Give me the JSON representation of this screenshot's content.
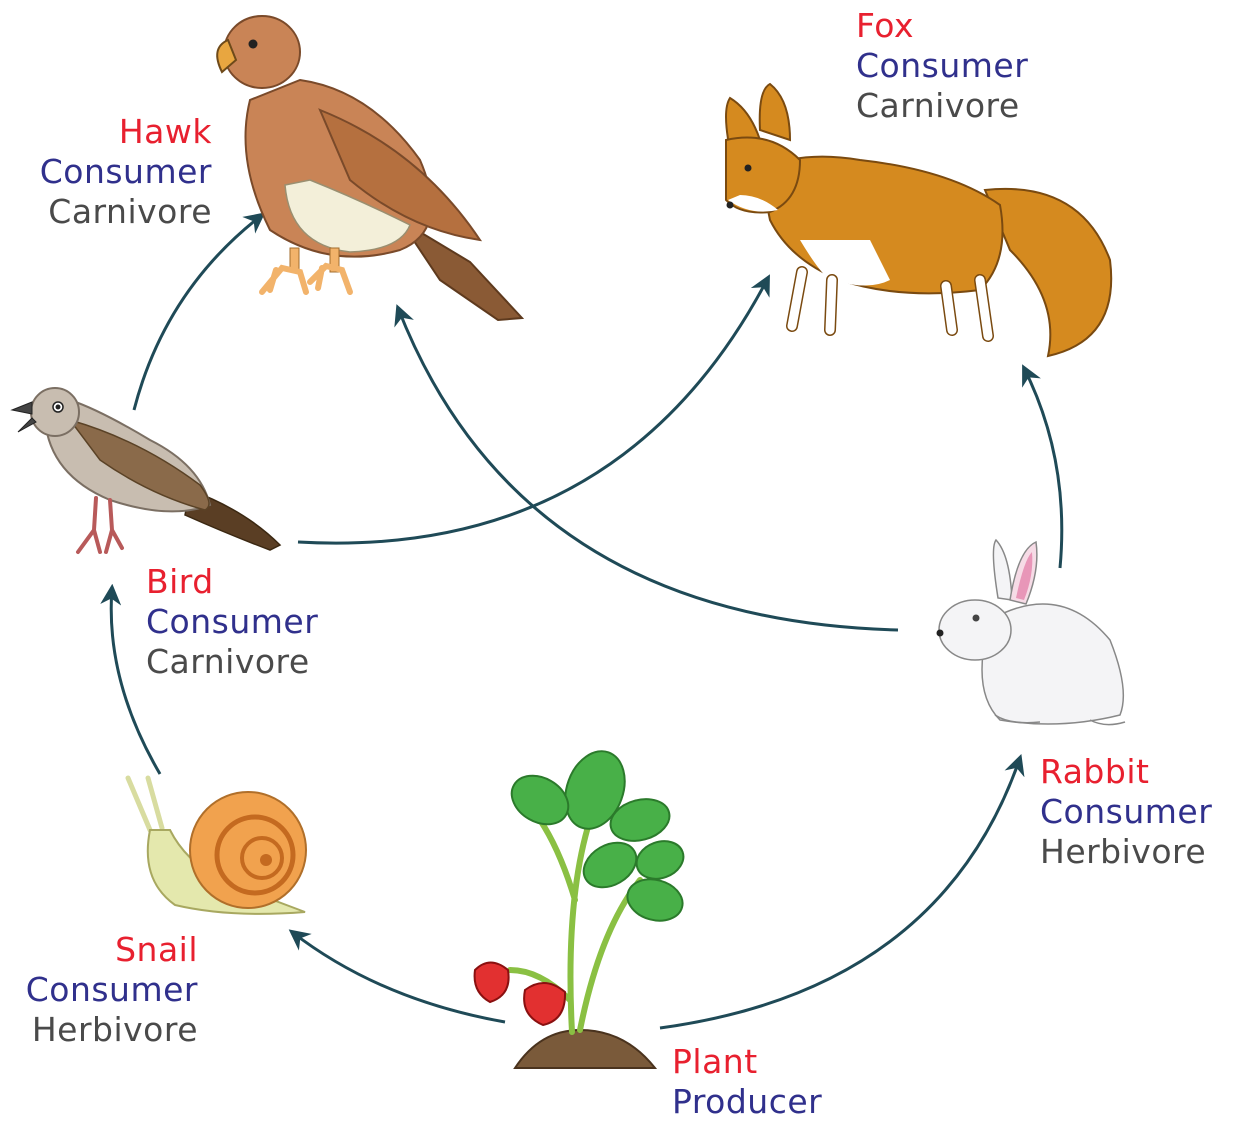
{
  "colors": {
    "name": "#e8202f",
    "role": "#30308c",
    "diet": "#4a4a4a",
    "arrow": "#1f4a57"
  },
  "organisms": {
    "hawk": {
      "name": "Hawk",
      "role": "Consumer",
      "diet": "Carnivore",
      "icon": "hawk-icon"
    },
    "fox": {
      "name": "Fox",
      "role": "Consumer",
      "diet": "Carnivore",
      "icon": "fox-icon"
    },
    "bird": {
      "name": "Bird",
      "role": "Consumer",
      "diet": "Carnivore",
      "icon": "bird-icon"
    },
    "rabbit": {
      "name": "Rabbit",
      "role": "Consumer",
      "diet": "Herbivore",
      "icon": "rabbit-icon"
    },
    "snail": {
      "name": "Snail",
      "role": "Consumer",
      "diet": "Herbivore",
      "icon": "snail-icon"
    },
    "plant": {
      "name": "Plant",
      "role": "Producer",
      "icon": "strawberry-plant-icon"
    }
  },
  "links": [
    {
      "from": "plant",
      "to": "snail"
    },
    {
      "from": "plant",
      "to": "rabbit"
    },
    {
      "from": "snail",
      "to": "bird"
    },
    {
      "from": "bird",
      "to": "hawk"
    },
    {
      "from": "bird",
      "to": "fox"
    },
    {
      "from": "rabbit",
      "to": "hawk"
    },
    {
      "from": "rabbit",
      "to": "fox"
    }
  ]
}
